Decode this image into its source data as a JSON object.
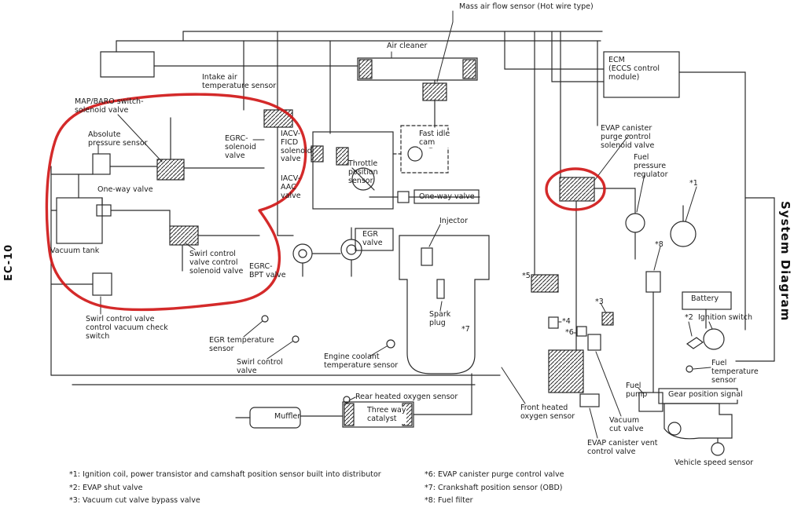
{
  "page": {
    "left_margin_label": "EC-10",
    "right_margin_label": "System Diagram"
  },
  "colors": {
    "paper": "#ffffff",
    "ink": "#2b2b2b",
    "annotation_red": "#d01818"
  },
  "labels": {
    "mass_air_flow": "Mass air flow sensor (Hot wire type)",
    "air_cleaner": "Air cleaner",
    "ecm": "ECM\n(ECCS control\nmodule)",
    "intake_air_temp": "Intake air\ntemperature sensor",
    "map_baro": "MAP/BARO switch-\nsolenoid valve",
    "absolute_pressure": "Absolute\npressure sensor",
    "egrc_solenoid": "EGRC-\nsolenoid\nvalve",
    "iacv_ficd": "IACV-\nFICD\nsolenoid\nvalve",
    "throttle_position": "Throttle\nposition\nsensor",
    "fast_idle_cam": "Fast idle\ncam",
    "iacv_aac": "IACV-\nAAC\nvalve",
    "one_way_left": "One-way valve",
    "one_way_center": "One-way valve",
    "evap_purge": "EVAP canister\npurge control\nsolenoid valve",
    "fuel_pressure_regulator": "Fuel\npressure\nregulator",
    "ref1": "*1",
    "injector": "Injector",
    "egr_valve": "EGR\nvalve",
    "vacuum_tank": "Vacuum tank",
    "swirl_solenoid": "Swirl control\nvalve control\nsolenoid valve",
    "egrc_bpt": "EGRC-\nBPT valve",
    "ref5": "*5",
    "ref8": "*8",
    "battery": "Battery",
    "ref2": "*2",
    "ignition_switch": "Ignition switch",
    "ref3": "*3",
    "ref4": "*4",
    "ref6": "*6",
    "swirl_check_switch": "Swirl control valve\ncontrol vacuum check\nswitch",
    "egr_temp": "EGR temperature\nsensor",
    "swirl_control_valve": "Swirl control\nvalve",
    "spark_plug": "Spark\nplug",
    "ref7": "*7",
    "engine_coolant": "Engine coolant\ntemperature sensor",
    "fuel_temp": "Fuel\ntemperature\nsensor",
    "fuel_pump": "Fuel\npump",
    "gear_position": "Gear position signal",
    "muffler": "Muffler",
    "rear_o2": "Rear heated oxygen sensor",
    "three_way_catalyst": "Three way\ncatalyst",
    "front_o2": "Front heated\noxygen sensor",
    "vacuum_cut": "Vacuum\ncut valve",
    "evap_vent": "EVAP canister vent\ncontrol valve",
    "vehicle_speed": "Vehicle speed sensor"
  },
  "footnotes": {
    "f1": "*1: Ignition coil, power transistor and camshaft position sensor built into distributor",
    "f2": "*2: EVAP shut valve",
    "f3": "*3: Vacuum cut valve bypass valve",
    "f6": "*6: EVAP canister purge control valve",
    "f7": "*7: Crankshaft position sensor (OBD)",
    "f8": "*8: Fuel filter"
  }
}
